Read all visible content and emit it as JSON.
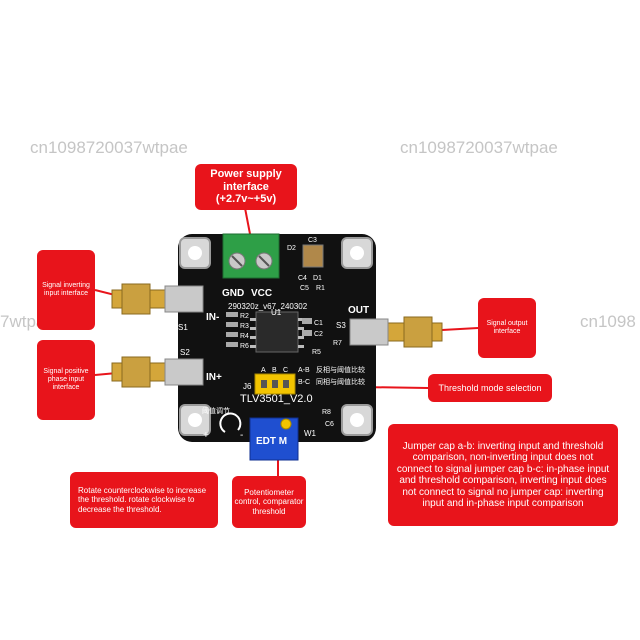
{
  "watermarks": [
    "cn1098720037wtpae",
    "cn1098720037wtpae",
    "7wtpae",
    "cn1098"
  ],
  "colors": {
    "callout": "#e8141b",
    "board": "#111111",
    "header": "#d9a53a",
    "terminal": "#2e9f47",
    "jumper": "#f2c400",
    "pot": "#1f4fd0"
  },
  "callouts": {
    "power": "Power supply interface (+2.7v~+5v)",
    "inv_in": "Signal inverting input interface",
    "pos_in": "Signal positive phase input interface",
    "out": "Signal output interface",
    "mode": "Threshold mode selection",
    "jumper": "Jumper cap a-b: inverting input and threshold comparison, non-inverting input does not connect to signal jumper cap b-c: in-phase input and threshold comparison, inverting input does not connect to signal no jumper cap: inverting input and in-phase input comparison",
    "rotate": "Rotate counterclockwise to increase the threshold. rotate clockwise to decrease the threshold.",
    "pot": "Potentiometer control, comparator threshold"
  },
  "board": {
    "gnd": "GND",
    "vcc": "VCC",
    "date": "290320z_v67_240302",
    "in_minus": "IN-",
    "in_plus": "IN+",
    "out": "OUT",
    "s1": "S1",
    "s2": "S2",
    "s3": "S3",
    "u1": "U1",
    "d2": "D2",
    "c3": "C3",
    "c4": "C4",
    "d1": "D1",
    "c5": "C5",
    "r1": "R1",
    "r2": "R2",
    "r3": "R3",
    "r4": "R4",
    "r6": "R6",
    "c1": "C1",
    "c2": "C2",
    "r5": "R5",
    "r7": "R7",
    "j6": "J6",
    "a": "A",
    "b": "B",
    "c": "C",
    "ab": "A-B",
    "bc": "B-C",
    "ab_cn": "反相与阈值比较",
    "bc_cn": "同相与阈值比较",
    "model": "TLV3501_V2.0",
    "thresh_cn": "阈值调节",
    "r8": "R8",
    "c6": "C6",
    "w1": "W1",
    "plus": "+",
    "minus": "-",
    "pot_label": "EDT M"
  }
}
